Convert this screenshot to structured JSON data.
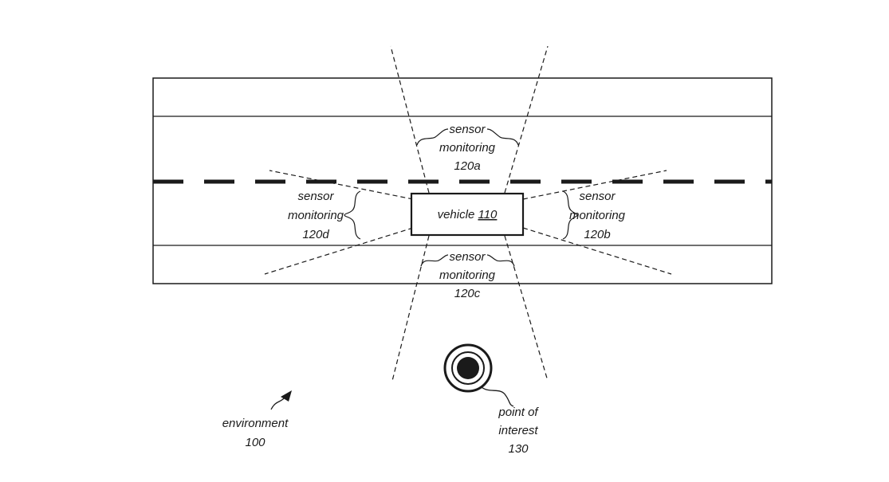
{
  "colors": {
    "ink": "#1a1a1a",
    "background": "#ffffff"
  },
  "vehicle": {
    "label": "vehicle",
    "ref": "110"
  },
  "sensors": {
    "a": {
      "line1": "sensor",
      "line2": "monitoring",
      "ref": "120a"
    },
    "b": {
      "line1": "sensor",
      "line2": "monitoring",
      "ref": "120b"
    },
    "c": {
      "line1": "sensor",
      "line2": "monitoring",
      "ref": "120c"
    },
    "d": {
      "line1": "sensor",
      "line2": "monitoring",
      "ref": "120d"
    }
  },
  "point_of_interest": {
    "line1": "point of",
    "line2": "interest",
    "ref": "130"
  },
  "environment": {
    "label": "environment",
    "ref": "100"
  }
}
